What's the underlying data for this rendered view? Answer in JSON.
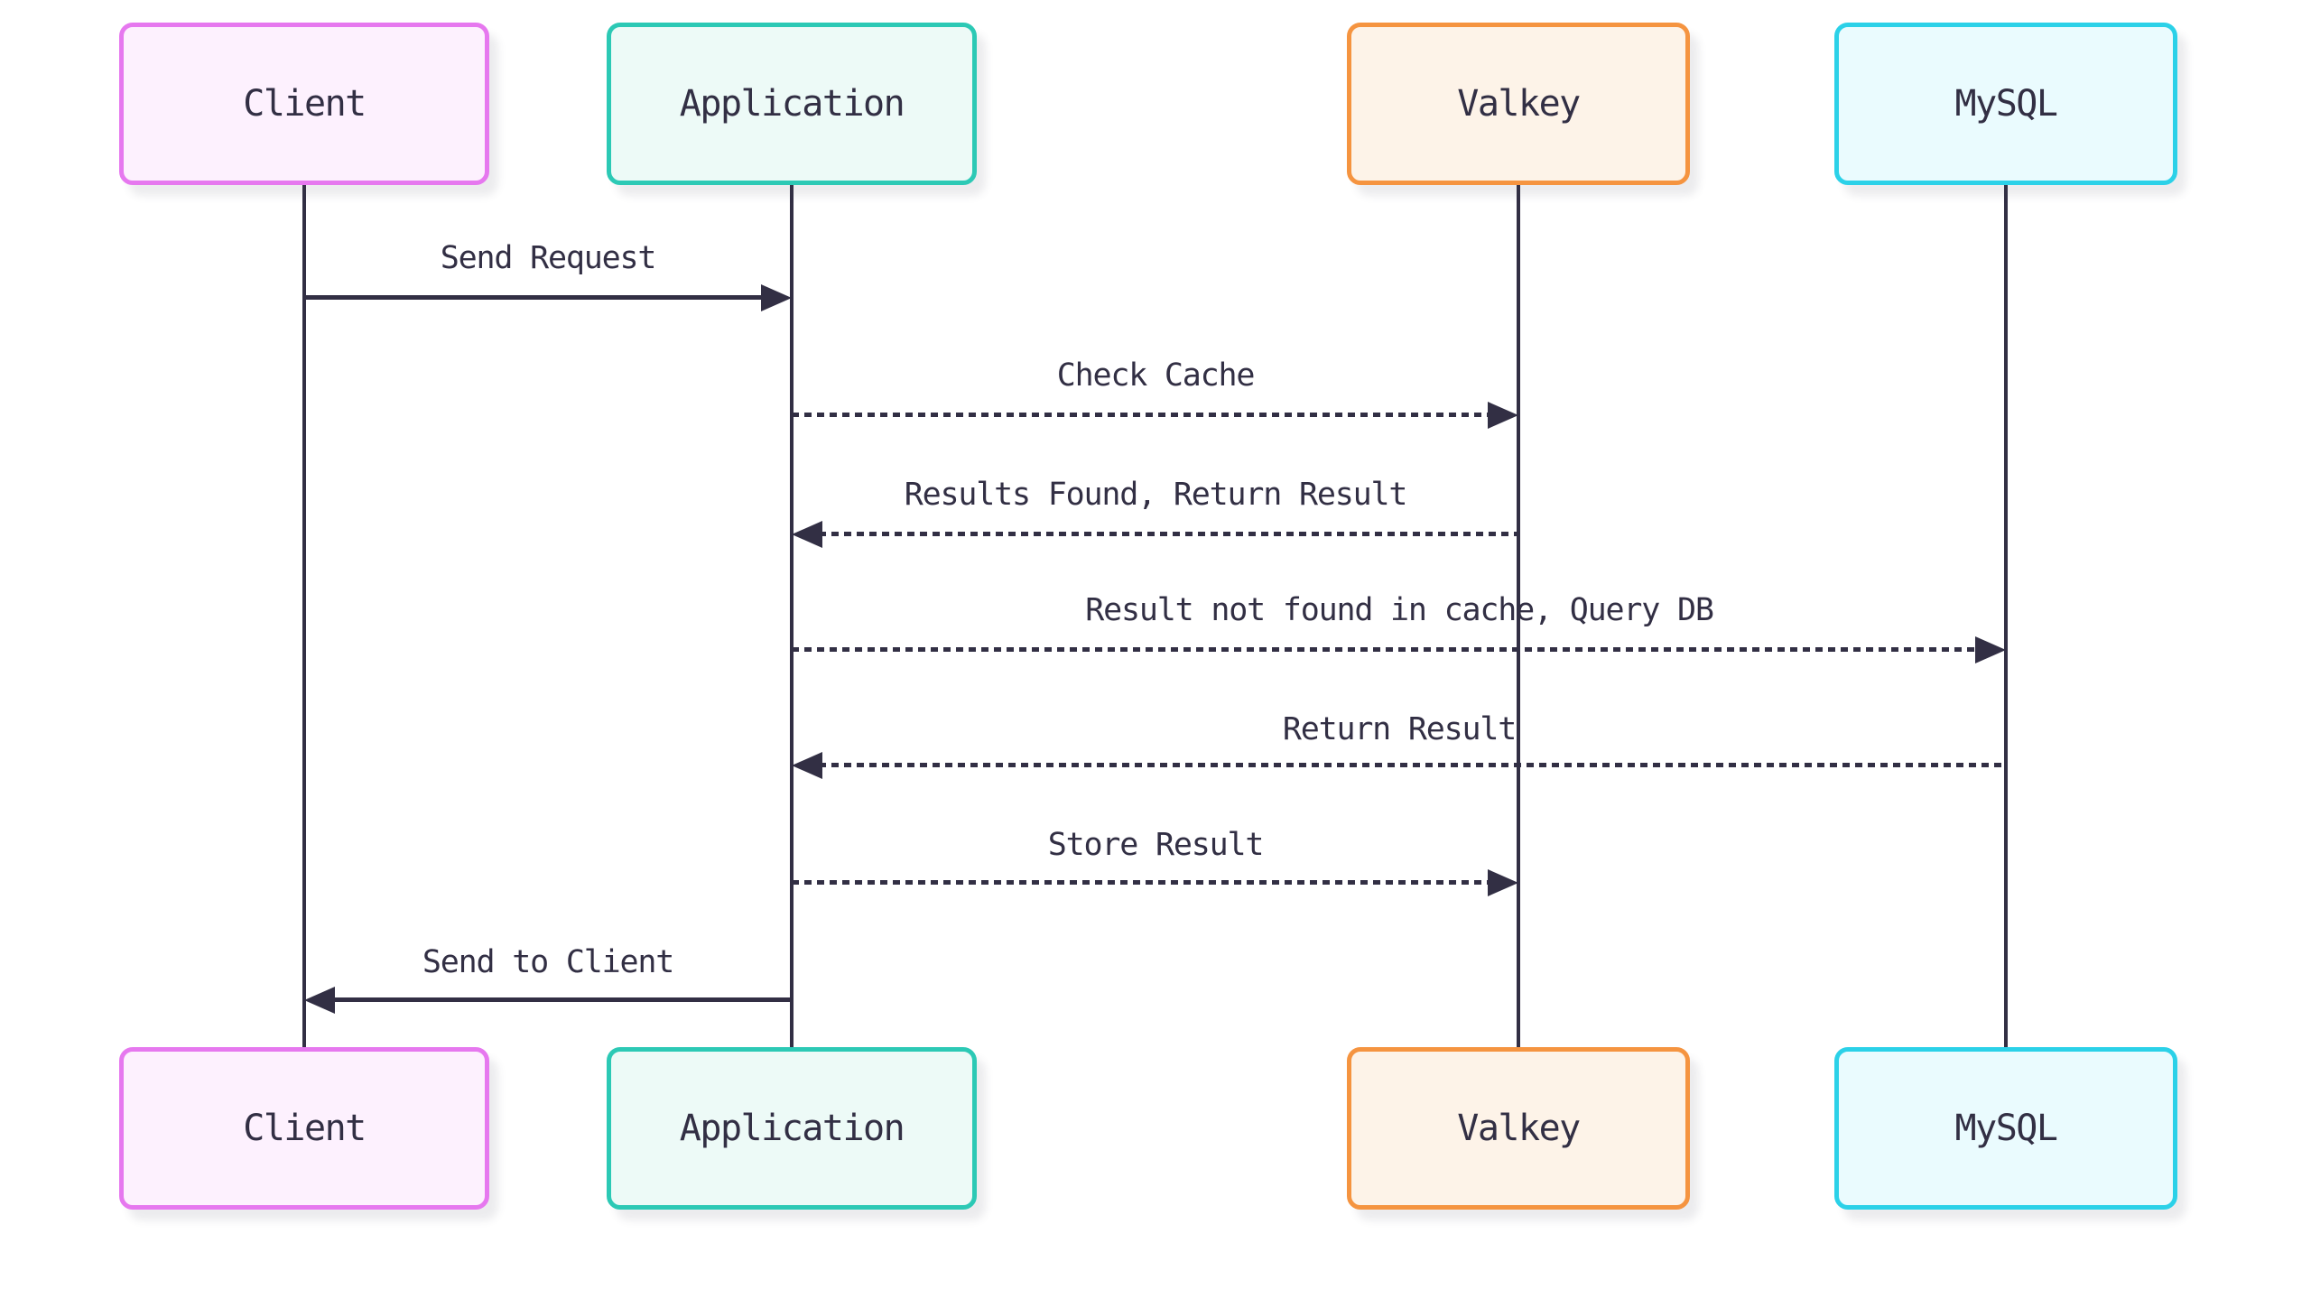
{
  "diagram": {
    "type": "sequence-diagram",
    "background_color": "#ffffff",
    "line_color": "#322f44",
    "text_color": "#322f44",
    "actors": [
      {
        "id": "client",
        "label": "Client",
        "border_color": "#e678ef",
        "fill_color": "#fdf1fe"
      },
      {
        "id": "application",
        "label": "Application",
        "border_color": "#2cc9b5",
        "fill_color": "#edfaf7"
      },
      {
        "id": "valkey",
        "label": "Valkey",
        "border_color": "#f59440",
        "fill_color": "#fdf3e8"
      },
      {
        "id": "mysql",
        "label": "MySQL",
        "border_color": "#2bd1e8",
        "fill_color": "#eafbfe"
      }
    ],
    "messages": [
      {
        "from": "Client",
        "to": "Application",
        "label": "Send Request",
        "line_style": "solid"
      },
      {
        "from": "Application",
        "to": "Valkey",
        "label": "Check Cache",
        "line_style": "dotted"
      },
      {
        "from": "Valkey",
        "to": "Application",
        "label": "Results Found, Return Result",
        "line_style": "dotted"
      },
      {
        "from": "Application",
        "to": "MySQL",
        "label": "Result not found in cache, Query DB",
        "line_style": "dotted"
      },
      {
        "from": "MySQL",
        "to": "Application",
        "label": "Return Result",
        "line_style": "dotted"
      },
      {
        "from": "Application",
        "to": "Valkey",
        "label": "Store Result",
        "line_style": "dotted"
      },
      {
        "from": "Application",
        "to": "Client",
        "label": "Send to Client",
        "line_style": "solid"
      }
    ]
  }
}
